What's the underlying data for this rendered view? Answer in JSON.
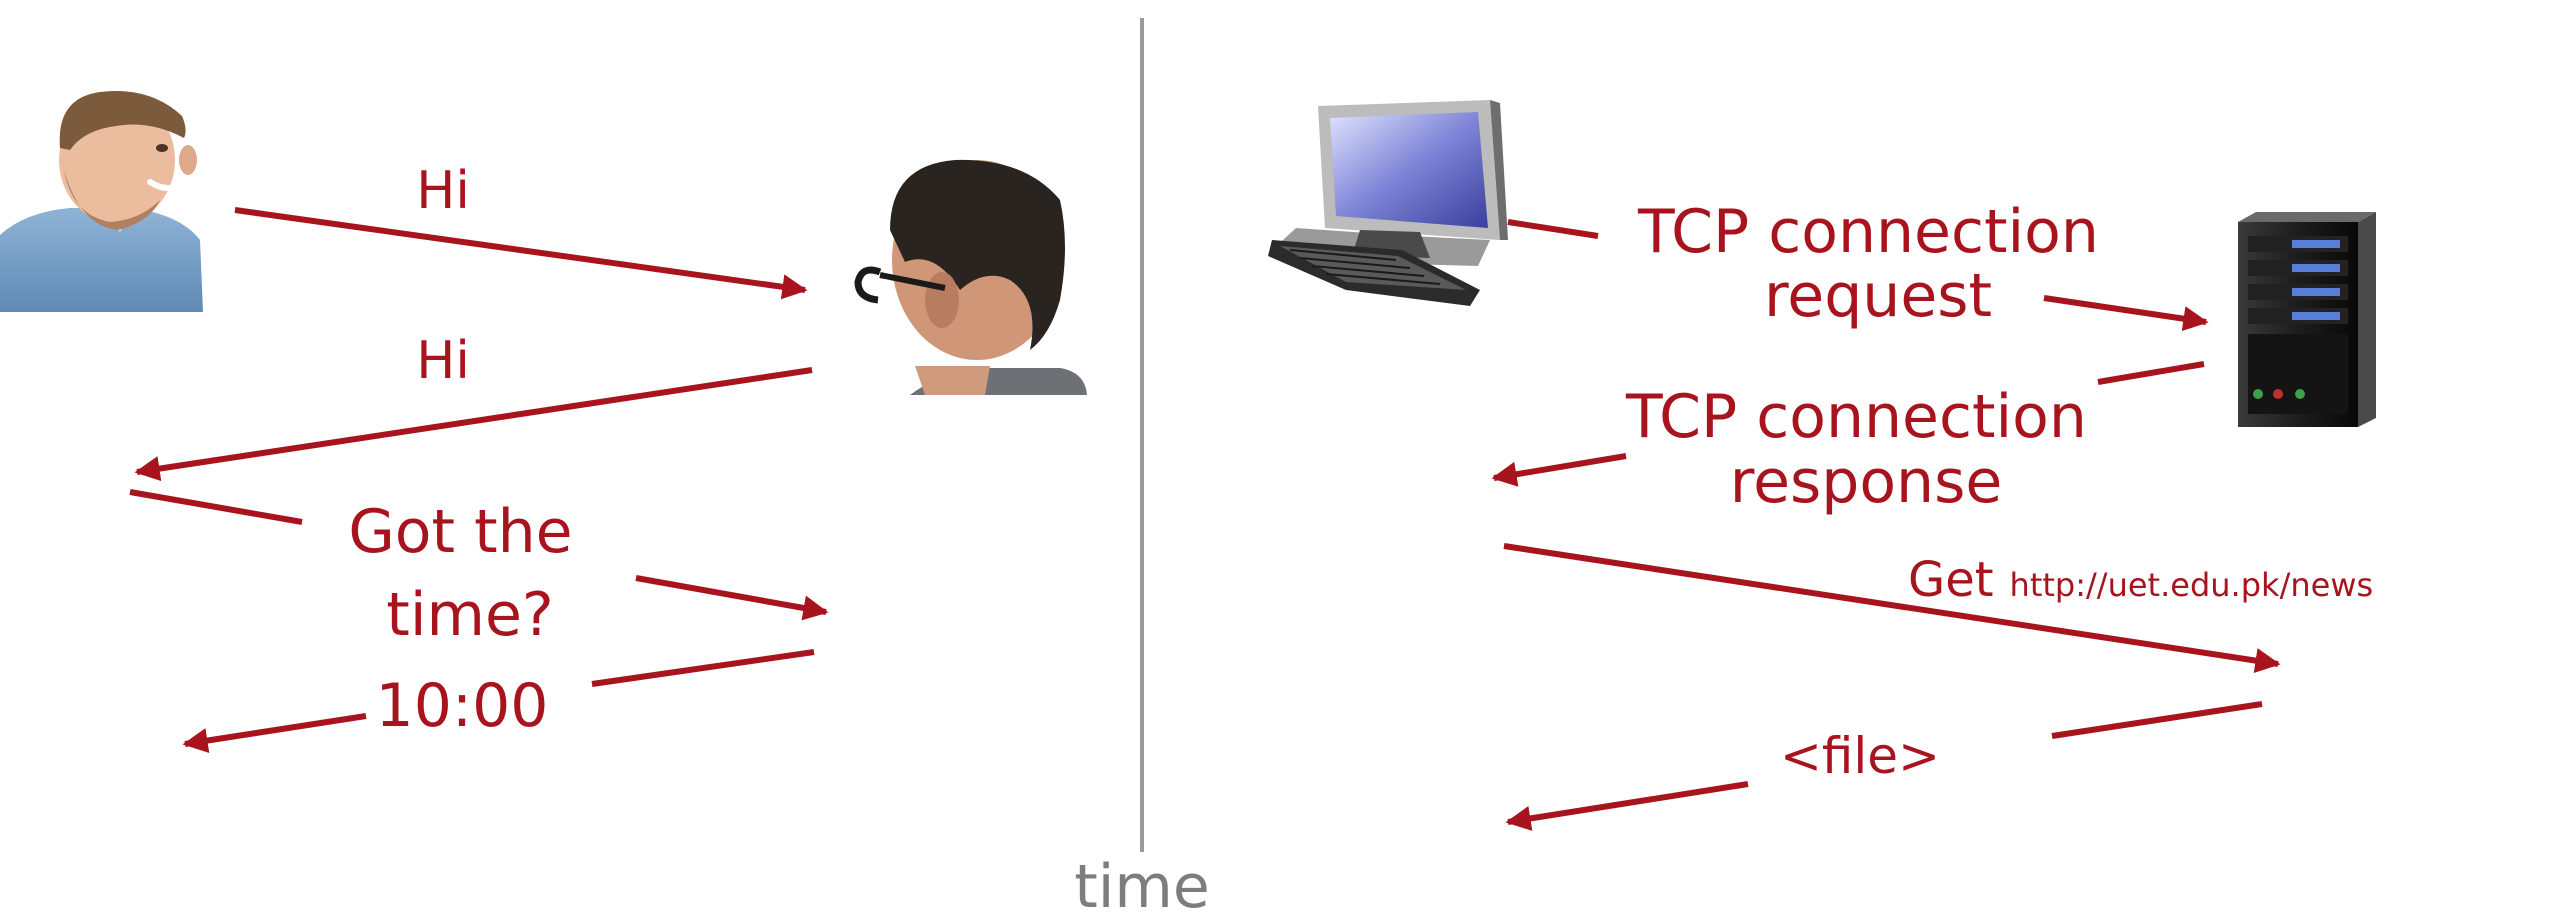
{
  "human_protocol": {
    "messages": [
      {
        "text": "Hi"
      },
      {
        "text": "Hi"
      },
      {
        "text": "Got the time?",
        "lines": [
          "Got the",
          "time?"
        ]
      },
      {
        "text": "10:00"
      }
    ]
  },
  "network_protocol": {
    "messages": [
      {
        "text": "TCP connection request",
        "lines": [
          "TCP connection",
          "request"
        ]
      },
      {
        "text": "TCP connection response",
        "lines": [
          "TCP connection",
          "response"
        ]
      },
      {
        "text": "Get",
        "url": "http://uet.edu.pk/news"
      },
      {
        "text": "<file>"
      }
    ]
  },
  "timeline": {
    "label": "time"
  },
  "participants": {
    "left_person": "person-smiling-icon",
    "right_person": "person-glasses-icon",
    "client": "desktop-computer-icon",
    "server": "server-tower-icon"
  },
  "colors": {
    "message_arrow": "#a8141e",
    "timeline_divider": "#9a9a9a",
    "time_label": "#7d7d7d"
  }
}
